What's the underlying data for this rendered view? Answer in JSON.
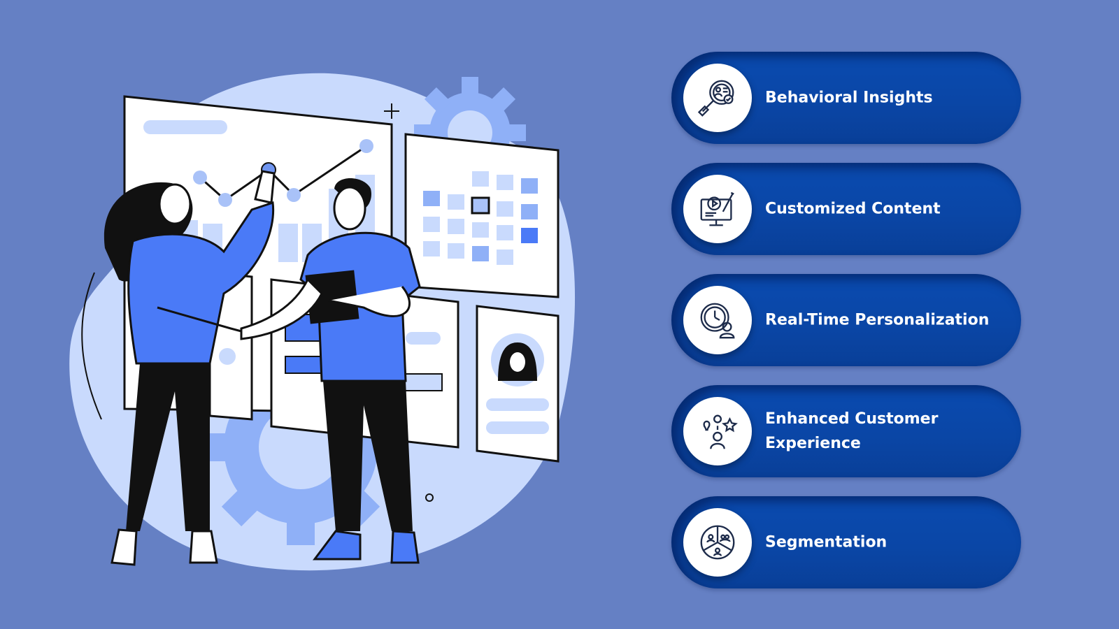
{
  "features": [
    {
      "label": "Behavioral Insights",
      "icon": "magnifier-profile-icon"
    },
    {
      "label": "Customized Content",
      "icon": "monitor-video-gear-icon"
    },
    {
      "label": "Real-Time Personalization",
      "icon": "clock-person-icon"
    },
    {
      "label": "Enhanced Customer Experience",
      "icon": "person-ideas-icon"
    },
    {
      "label": "Segmentation",
      "icon": "segmented-pie-people-icon"
    }
  ],
  "colors": {
    "background": "#6580c4",
    "pill": "#0a46a6",
    "accent_blue": "#4a7af7",
    "light_blue": "#c9dafd"
  }
}
